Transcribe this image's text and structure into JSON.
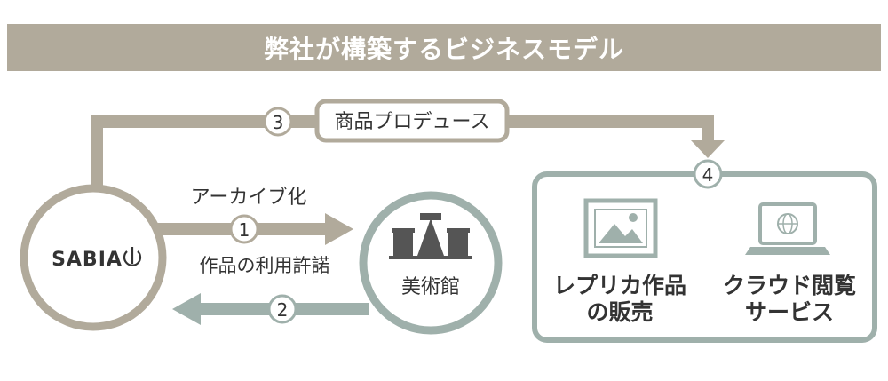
{
  "header": {
    "title": "弊社が構築するビジネスモデル"
  },
  "colors": {
    "tan": "#b1aa9b",
    "teal": "#9fb0ab",
    "dark": "#333333"
  },
  "sabia": {
    "logo_text": "SABIA"
  },
  "museum": {
    "label": "美術館"
  },
  "flows": {
    "step1": {
      "number": "1",
      "label": "アーカイブ化"
    },
    "step2": {
      "number": "2",
      "label": "作品の利用許諾"
    },
    "step3": {
      "number": "3",
      "label": "商品プロデュース"
    },
    "step4": {
      "number": "4"
    }
  },
  "services": [
    {
      "line1": "レプリカ作品",
      "line2": "の販売",
      "icon": "picture-frame-icon"
    },
    {
      "line1": "クラウド閲覧",
      "line2": "サービス",
      "icon": "laptop-globe-icon"
    }
  ]
}
